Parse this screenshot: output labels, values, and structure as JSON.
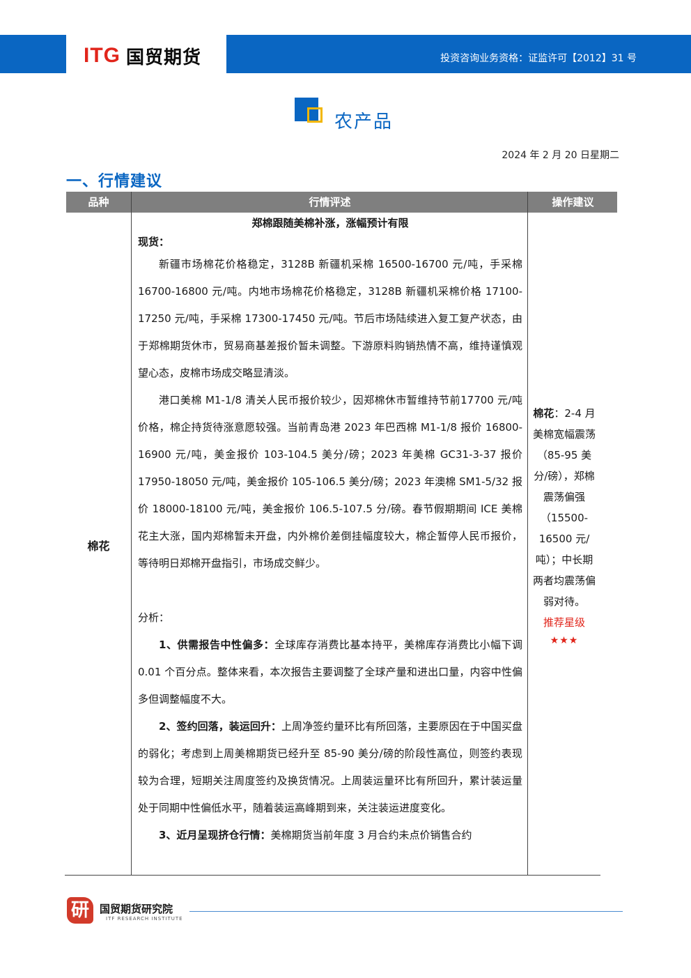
{
  "header": {
    "logo_latin": "ITG",
    "logo_cn": "国贸期货",
    "license": "投资咨询业务资格：证监许可【2012】31 号"
  },
  "section": {
    "title": "农产品"
  },
  "date": "2024 年 2 月 20 日星期二",
  "heading": "一、行情建议",
  "table": {
    "columns": [
      "品种",
      "行情评述",
      "操作建议"
    ],
    "variety": "棉花",
    "content": {
      "title": "郑棉跟随美棉补涨，涨幅预计有限",
      "spot_label": "现货：",
      "spot_p1": "新疆市场棉花价格稳定，3128B 新疆机采棉 16500-16700 元/吨，手采棉 16700-16800 元/吨。内地市场棉花价格稳定，3128B 新疆机采棉价格 17100-17250 元/吨，手采棉 17300-17450 元/吨。节后市场陆续进入复工复产状态，由于郑棉期货休市，贸易商基差报价暂未调整。下游原料购销热情不高，维持谨慎观望心态，皮棉市场成交略显清淡。",
      "spot_p2": "港口美棉 M1-1/8 清关人民币报价较少，因郑棉休市暂维持节前17700 元/吨价格，棉企持货待涨意愿较强。当前青岛港 2023 年巴西棉 M1-1/8 报价 16800-16900 元/吨，美金报价 103-104.5 美分/磅；2023 年美棉 GC31-3-37 报价 17950-18050 元/吨，美金报价 105-106.5 美分/磅；2023 年澳棉 SM1-5/32 报价 18000-18100 元/吨，美金报价 106.5-107.5 分/磅。春节假期期间 ICE 美棉花主大涨，国内郑棉暂未开盘，内外棉价差倒挂幅度较大，棉企暂停人民币报价，等待明日郑棉开盘指引，市场成交鲜少。",
      "analysis_label": "分析：",
      "a1_title": "1、供需报告中性偏多：",
      "a1_text": "全球库存消费比基本持平，美棉库存消费比小幅下调 0.01 个百分点。整体来看，本次报告主要调整了全球产量和进出口量，内容中性偏多但调整幅度不大。",
      "a2_title": "2、签约回落，装运回升：",
      "a2_text": "上周净签约量环比有所回落，主要原因在于中国买盘的弱化；考虑到上周美棉期货已经升至 85-90 美分/磅的阶段性高位，则签约表现较为合理，短期关注周度签约及换货情况。上周装运量环比有所回升，累计装运量处于同期中性偏低水平，随着装运高峰期到来，关注装运进度变化。",
      "a3_title": "3、近月呈现挤仓行情：",
      "a3_text": "美棉期货当前年度 3 月合约未点价销售合约"
    },
    "advice": {
      "label": "棉花",
      "text": "：2-4 月美棉宽幅震荡（85-95 美分/磅），郑棉震荡偏强（15500-16500 元/吨）；中长期两者均震荡偏弱对待。",
      "rating_label": "推荐星级",
      "stars": "★★★"
    }
  },
  "footer": {
    "seal": "研",
    "name": "国贸期货研究院",
    "sub": "ITF RESEARCH INSTITUTE"
  },
  "colors": {
    "brand_blue": "#0a66c2",
    "brand_red": "#e1251b",
    "accent_yellow": "#f2b600",
    "table_header": "#7f7f7f"
  }
}
